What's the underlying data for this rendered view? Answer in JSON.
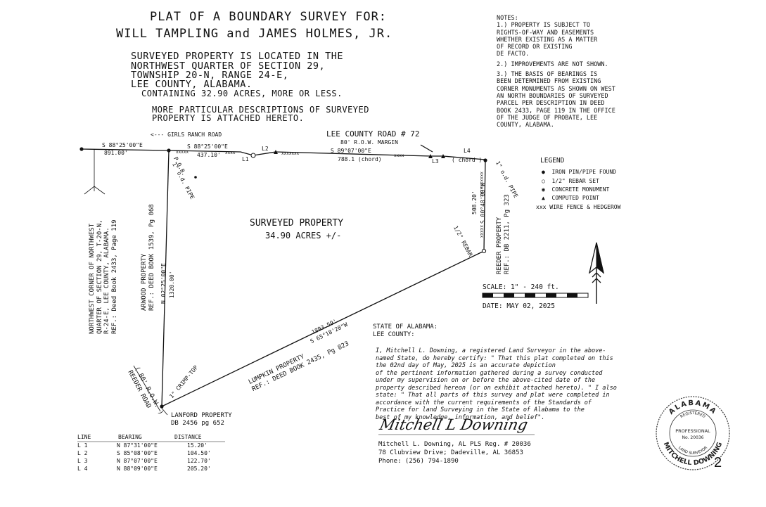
{
  "title": {
    "line1": "PLAT OF A BOUNDARY SURVEY FOR:",
    "line2": "WILL TAMPLING and JAMES HOLMES, JR."
  },
  "location": {
    "lines": [
      "SURVEYED PROPERTY IS LOCATED IN THE",
      "NORTHWEST QUARTER OF SECTION 29,",
      "TOWNSHIP 20-N, RANGE 24-E,",
      "LEE COUNTY, ALABAMA."
    ],
    "containing": "CONTAINING 32.90 ACRES, MORE OR LESS.",
    "desc1": "MORE PARTICULAR DESCRIPTIONS OF SURVEYED",
    "desc2": "PROPERTY IS ATTACHED HERETO."
  },
  "notes": {
    "heading": "NOTES:",
    "lines": [
      "1.) PROPERTY IS SUBJECT TO",
      "RIGHTS-OF-WAY AND EASEMENTS",
      "WHETHER EXISTING AS A MATTER",
      "OF RECORD OR EXISTING",
      "DE FACTO.",
      "",
      "2.) IMPROVEMENTS ARE NOT SHOWN.",
      "",
      "3.) THE BASIS OF BEARINGS IS",
      "BEEN DETERMINED FROM EXISTING",
      "CORNER MONUMENTS AS SHOWN ON WEST",
      "AN NORTH BOUNDARIES OF SURVEYED",
      "PARCEL PER DESCRIPTION IN DEED",
      "BOOK 2433, PAGE 119 IN THE OFFICE",
      "OF THE JUDGE OF PROBATE, LEE",
      "COUNTY, ALABAMA."
    ]
  },
  "legend": {
    "heading": "LEGEND",
    "items": [
      "IRON PIN/PIPE FOUND",
      "1/2\" REBAR SET",
      "CONCRETE MONUMENT",
      "COMPUTED POINT",
      "WIRE FENCE & HEDGEROW"
    ],
    "fence_symbol": "xxx"
  },
  "scale": {
    "label": "SCALE: 1\" - 240 ft.",
    "date": "DATE: MAY 02, 2025"
  },
  "plat": {
    "girls_ranch_road": "<--- GIRLS RANCH ROAD",
    "lee_county_road": "LEE COUNTY ROAD # 72",
    "row_margin": "80' R.O.W. MARGIN",
    "nw_bearing": "S 88°25'00\"E",
    "nw_distance": "891.00'",
    "north1_bearing": "S 88°25'00\"E",
    "north1_distance": "437.10'",
    "north2_bearing": "S 89°07'00\"E",
    "north2_distance": "788.1 (chord)",
    "l1": "L1",
    "l2": "L2",
    "l3": "L3",
    "l4": "L4",
    "chord": "( chord )",
    "pob": "P.O.B.",
    "pob_pipe": "1\" o.d. PIPE",
    "ne_pipe": "1\" o.d. PIPE",
    "east_bearing": "S 00°48'00\"W",
    "east_distance": "508.20'",
    "rebar": "1/2\" REBAR",
    "west_bearing": "N 02°25'00\"E",
    "west_distance": "1320.00'",
    "south_bearing": "S 65°18'28\"W",
    "south_distance": "1893.59'",
    "crimp": "1\" CRIMP-TOP",
    "surveyed_property": "SURVEYED PROPERTY",
    "acres": "34.90 ACRES +/-",
    "nw_corner": [
      "NORTHWEST CORNER OF NORTHWEST",
      "QUARTER OF SECTION 29, T-20-N,",
      "R-24-E, LEE COUNTY, ALABAMA.",
      "REF.: Deed Book 2433, Page 119"
    ],
    "arwood": [
      "ARWOOD PROPERTY",
      "REF.: DEED BOOK 1539, Pg 068"
    ],
    "reeder": [
      "REEDER PROPERTY",
      "REF.: DB 2211, Pg 323"
    ],
    "lumpkin": [
      "LUMPKIN PROPERTY",
      "REF.: DEED BOOK 2435, Pg 823"
    ],
    "reeder_road": [
      "( 80' R.O.W. )",
      "REEDER ROAD"
    ],
    "lanford": [
      "LANFORD PROPERTY",
      "DB 2456 pg 652"
    ]
  },
  "line_table": {
    "headers": [
      "LINE",
      "BEARING",
      "DISTANCE"
    ],
    "rows": [
      [
        "L 1",
        "N 87°31'00\"E",
        "15.20'"
      ],
      [
        "L 2",
        "S 85°08'00\"E",
        "104.50'"
      ],
      [
        "L 3",
        "N 87°07'00\"E",
        "122.70'"
      ],
      [
        "L 4",
        "N 88°09'00\"E",
        "205.20'"
      ]
    ]
  },
  "certification": {
    "state": "STATE OF ALABAMA:",
    "county": "LEE COUNTY:",
    "lines": [
      "I, Mitchell L. Downing, a registered Land Surveyor in the above-",
      "named State, do hereby certify: \" That this plat completed on this",
      "the 02nd day of May, 2025 is an accurate depiction",
      "of the pertinent information gathered during a survey conducted",
      "under my supervision on or before the above-cited date of the",
      "property described hereon (or on exhibit attached hereto). \" I also",
      "state: \" That all parts of this survey and plat were completed in",
      "accordance with the current requirements of the Standards of",
      "Practice for land Surveying in the State of Alabama to the",
      "best of my knowledge, information, and belief\"."
    ],
    "signature": "Mitchell L Downing",
    "name": "Mitchell L. Downing, AL PLS Reg. # 20036",
    "address": "78 Clubview Drive; Dadeville, AL  36853",
    "phone": "Phone: (256) 794-1890"
  },
  "seal": {
    "top": "ALABAMA",
    "registered": "REGISTERED",
    "professional": "PROFESSIONAL",
    "number": "No. 20036",
    "land_surveyor": "LAND SURVEYOR",
    "bottom": "MITCHELL DOWNING",
    "page": "2"
  }
}
